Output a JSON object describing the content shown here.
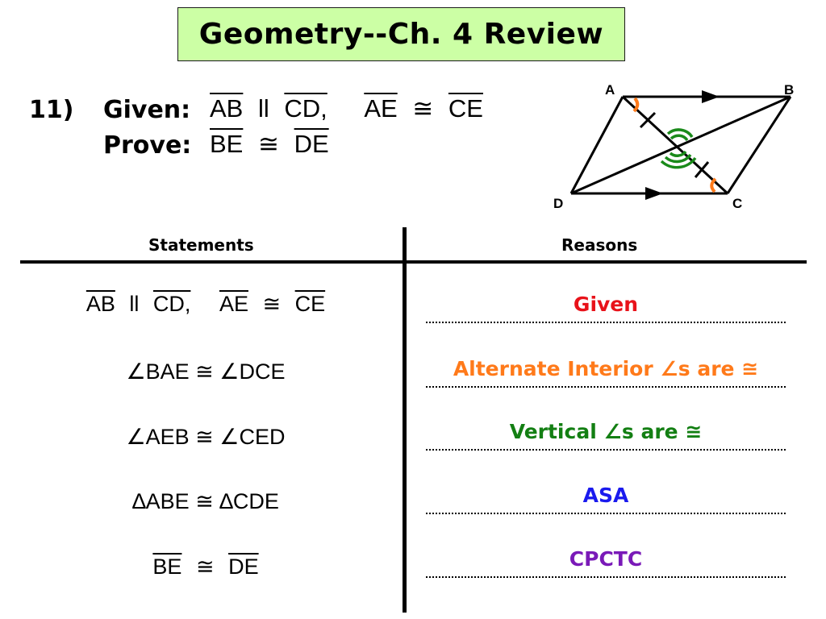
{
  "title": "Geometry--Ch. 4 Review",
  "problem": {
    "number": "11)",
    "given_label": "Given:",
    "prove_label": "Prove:",
    "given": {
      "seg1": "AB",
      "parallel": "ll",
      "seg2": "CD,",
      "seg3": "AE",
      "congruent": "≅",
      "seg4": "CE"
    },
    "prove": {
      "seg1": "BE",
      "congruent": "≅",
      "seg2": "DE"
    }
  },
  "diagram": {
    "labels": {
      "a": "A",
      "b": "B",
      "c": "C",
      "d": "D"
    },
    "colors": {
      "line": "#000000",
      "angle_orange": "#ff7a1a",
      "angle_green": "#1a8a1a"
    }
  },
  "table": {
    "header_statements": "Statements",
    "header_reasons": "Reasons",
    "rows": [
      {
        "statement": {
          "seg1": "AB",
          "parallel": "ll",
          "seg2": "CD,",
          "seg3": "AE",
          "congruent": "≅",
          "seg4": "CE"
        },
        "reason": "Given",
        "color": "#e8121a"
      },
      {
        "statement": {
          "text": "∠BAE ≅ ∠DCE"
        },
        "reason": "Alternate Interior ∠s are ≅",
        "color": "#ff7a1a"
      },
      {
        "statement": {
          "text": "∠AEB ≅ ∠CED"
        },
        "reason": "Vertical ∠s are ≅",
        "color": "#137f13"
      },
      {
        "statement": {
          "text": "∆ABE ≅ ∆CDE"
        },
        "reason": "ASA",
        "color": "#1a1aee"
      },
      {
        "statement": {
          "seg1": "BE",
          "congruent": "≅",
          "seg2": "DE"
        },
        "reason": "CPCTC",
        "color": "#7a1ab8"
      }
    ]
  }
}
